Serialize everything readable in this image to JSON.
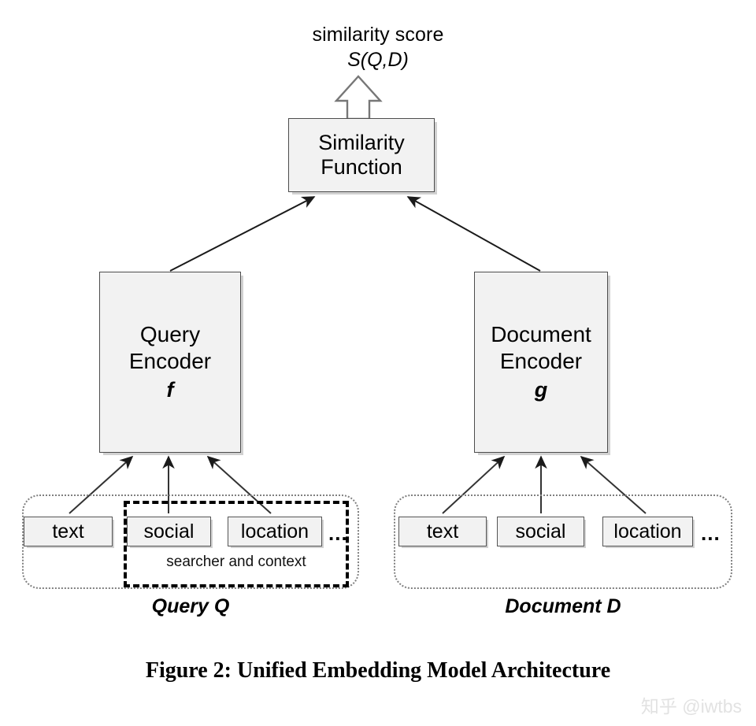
{
  "figure": {
    "caption": "Figure 2: Unified Embedding Model Architecture",
    "watermark": "知乎 @iwtbs",
    "output": {
      "label": "similarity score",
      "formula": "S(Q,D)",
      "arrow_icon": "up-block-arrow-icon"
    },
    "similarity_function": {
      "line1": "Similarity",
      "line2": "Function"
    },
    "query_branch": {
      "encoder": {
        "line1": "Query",
        "line2": "Encoder",
        "symbol": "f"
      },
      "group_label": "Query Q",
      "inner_group_label": "searcher and context",
      "features": [
        {
          "label": "text",
          "in_inner_group": false
        },
        {
          "label": "social",
          "in_inner_group": true
        },
        {
          "label": "location",
          "in_inner_group": true
        }
      ],
      "ellipsis": "..."
    },
    "document_branch": {
      "encoder": {
        "line1": "Document",
        "line2": "Encoder",
        "symbol": "g"
      },
      "group_label": "Document D",
      "features": [
        {
          "label": "text"
        },
        {
          "label": "social"
        },
        {
          "label": "location"
        }
      ],
      "ellipsis": "..."
    },
    "colors": {
      "box_fill": "#f2f2f2",
      "box_border": "#4d4d4d",
      "arrow": "#1a1a1a",
      "dotted_group_border": "#808080",
      "dashed_group_border": "#000000",
      "watermark": "#e2e2e2"
    }
  }
}
